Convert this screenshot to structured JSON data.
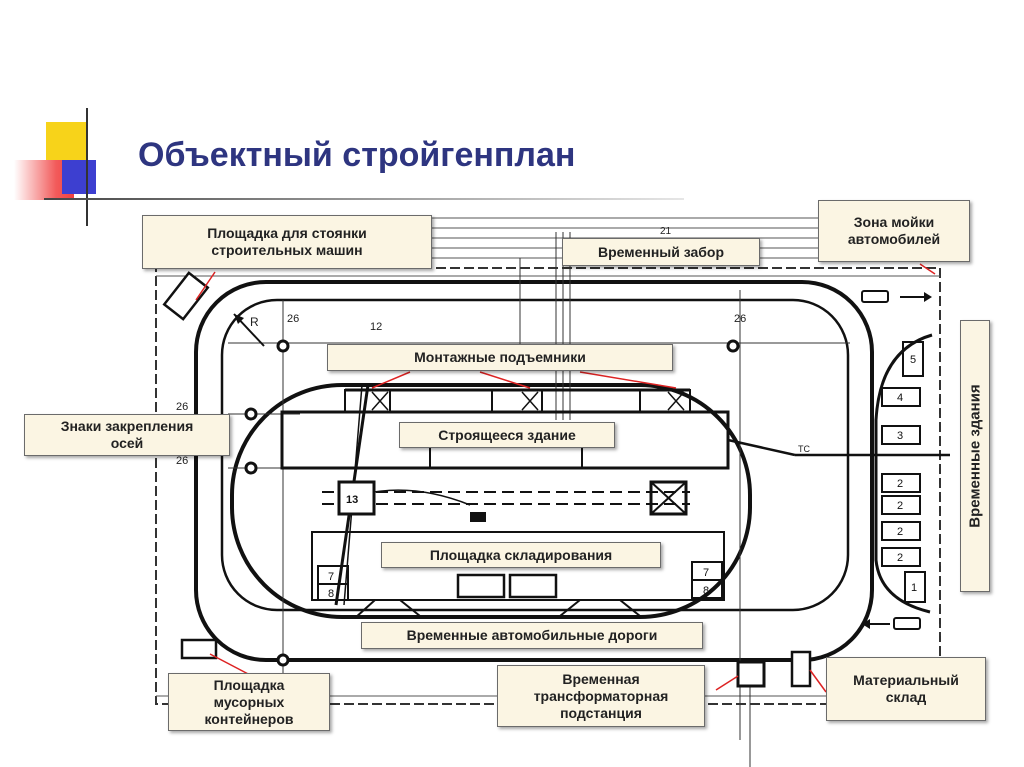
{
  "slide": {
    "title": "Объектный стройгенплан"
  },
  "callouts": {
    "parking": "Площадка для стоянки\nстроительных машин",
    "fence": "Временный забор",
    "wash": "Зона мойки\nавтомобилей",
    "lifts": "Монтажные подъемники",
    "building": "Строящееся здание",
    "axes": "Знаки  закрепления\nосей",
    "storage": "Площадка складирования",
    "roads": "Временные автомобильные дороги",
    "waste": "Площадка\nмусорных\nконтейнеров",
    "substation": "Временная\nтрансформаторная\nподстанция",
    "warehouse": "Материальный\nсклад",
    "temp_buildings": "Временные  здания"
  },
  "plan_labels": {
    "dim_26_top_left": "26",
    "dim_26_top_right": "26",
    "dim_12": "12",
    "dim_26_left_a": "26",
    "dim_26_left_b": "26",
    "radius": "R",
    "crane": "13",
    "store_7_left": "7",
    "store_8_left": "8",
    "store_7_right": "7",
    "store_8_right": "8",
    "tc": "ТС",
    "bldg_5": "5",
    "bldg_4": "4",
    "bldg_3": "3",
    "bldg_2a": "2",
    "bldg_2b": "2",
    "bldg_2c": "2",
    "bldg_2d": "2",
    "bldg_1": "1",
    "line_21": "21"
  }
}
